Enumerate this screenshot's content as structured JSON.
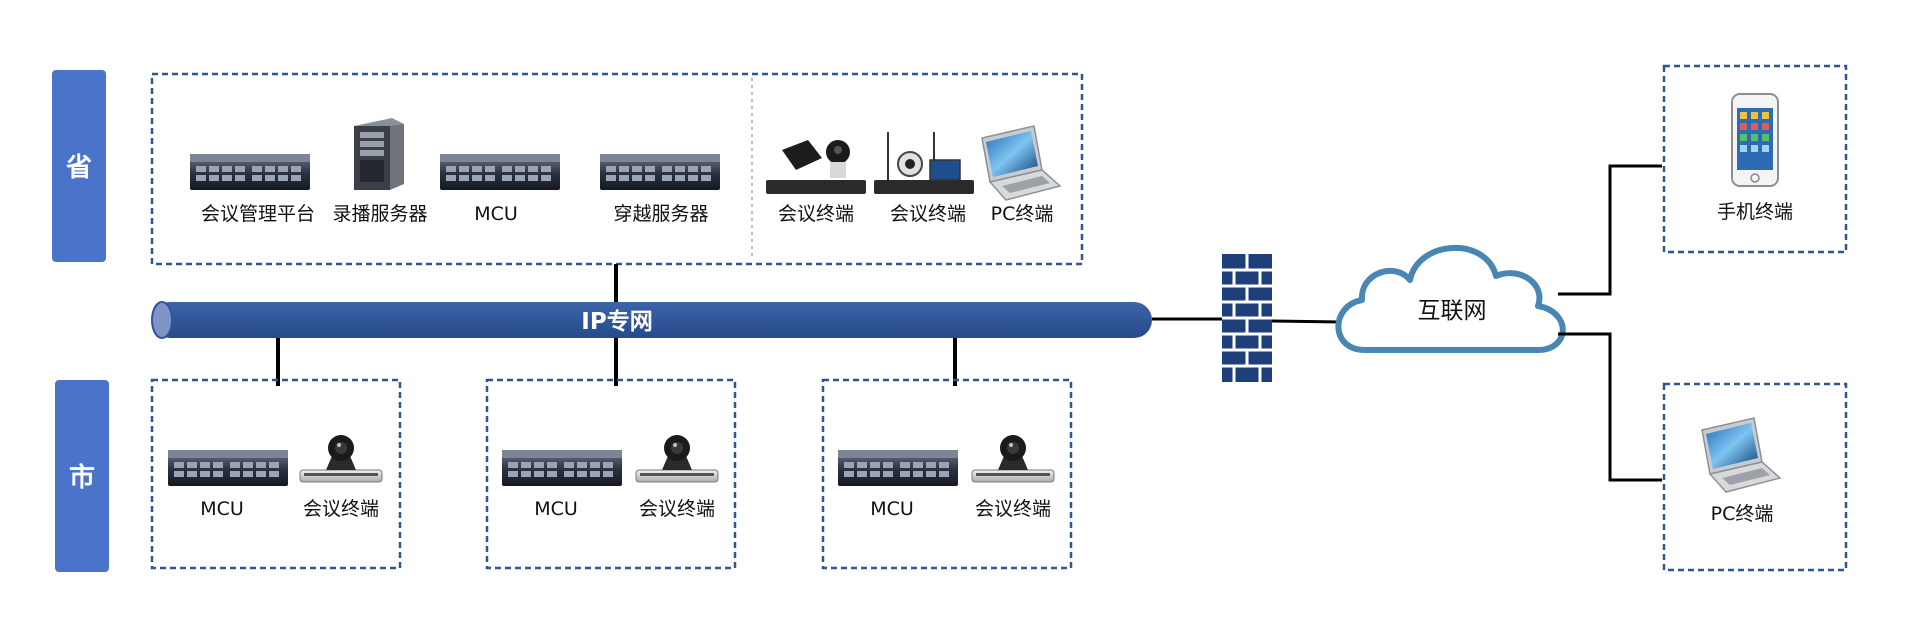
{
  "tiers": {
    "province": "省",
    "city": "市"
  },
  "network": {
    "ip": "IP专网",
    "internet": "互联网"
  },
  "province_devices": [
    {
      "label": "会议管理平台",
      "icon": "rack-server-icon"
    },
    {
      "label": "录播服务器",
      "icon": "tower-server-icon"
    },
    {
      "label": "MCU",
      "icon": "rack-server-icon"
    },
    {
      "label": "穿越服务器",
      "icon": "rack-server-icon"
    }
  ],
  "province_terminals": [
    {
      "label": "会议终端",
      "icon": "conference-terminal-icon"
    },
    {
      "label": "会议终端",
      "icon": "conference-terminal-icon"
    },
    {
      "label": "PC终端",
      "icon": "laptop-icon"
    }
  ],
  "city_groups": [
    {
      "mcu": "MCU",
      "terminal": "会议终端"
    },
    {
      "mcu": "MCU",
      "terminal": "会议终端"
    },
    {
      "mcu": "MCU",
      "terminal": "会议终端"
    }
  ],
  "remote": {
    "mobile": "手机终端",
    "pc": "PC终端"
  },
  "colors": {
    "tier_fill": "#4a74c9",
    "pipe_fill": "#2f5597",
    "pipe_cap": "#7f95c8",
    "dash_border": "#2f5597",
    "cloud_stroke": "#4a86b4",
    "firewall": "#1f3f7a"
  }
}
